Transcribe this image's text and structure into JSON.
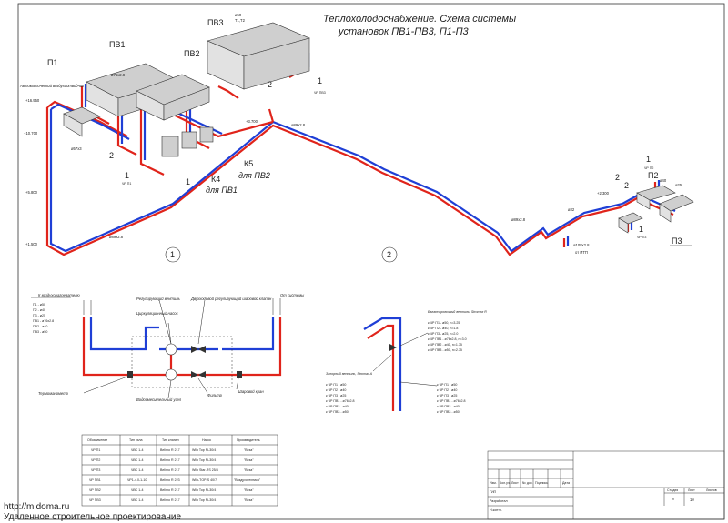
{
  "title_line1": "Теплохолодоснабжение. Схема системы",
  "title_line2": "установок ПВ1-ПВ3, П1-П3",
  "units": {
    "pv1": "ПВ1",
    "pv2": "ПВ2",
    "pv3": "ПВ3",
    "p1": "П1",
    "p2": "П2",
    "p3": "П3",
    "k4": "К4",
    "k5": "К5",
    "k4_for": "для ПВ1",
    "k5_for": "для ПВ2"
  },
  "elevations": {
    "e1": "+16.950",
    "e2": "+10.700",
    "e3": "+5.800",
    "e4": "+1.500",
    "e5": "+3.700",
    "e6": "+2.300"
  },
  "zones": {
    "z1": "1",
    "z2": "2"
  },
  "pipe_labels": {
    "d89": "ø89х2.8",
    "d89_low": "ø89х2.8",
    "d89_mid": "ø89х2.8",
    "d108": "ø108х2.8",
    "d32": "ø32",
    "d25": "ø25",
    "d40": "ø40",
    "d50": "ø50",
    "d76": "ø76х2.8",
    "d57": "ø57х3",
    "t1t2": "Т1,Т2",
    "from_itp": "от ИТП"
  },
  "markers": {
    "m1": "1",
    "m2": "2"
  },
  "vr_labels": {
    "vr_p1": "ЧР П1",
    "vr_pv3": "ЧР ПВ3",
    "vr_p2": "ЧР П2",
    "vr_p3": "ЧР П3"
  },
  "auto_air": "Автоматический воздухоотводчик",
  "detail": {
    "to_air_heaters": "К воздухонагревателю",
    "from_system": "От системы",
    "reg_valve": "Регулирующий вентиль",
    "three_way": "Двухходовой регулирующий шаровой клапан",
    "pump": "Циркуляционный насос",
    "thermometer": "Термоманометр",
    "mixing_unit": "Водосмесительный узел",
    "filter": "Фильтр",
    "ball_valve": "Шаровой кран",
    "balancing_valve": "Балансировочный вентиль, Stromax R",
    "shutoff_valve": "Запорный вентиль, Stromax A",
    "legend_left": [
      "П1 - ø50",
      "П2 - ø40",
      "П3 - ø25",
      "ПВ1 - ø76х2.8",
      "ПВ2 - ø40",
      "ПВ3 - ø50"
    ],
    "legend_bal": [
      "к ЧР П1 - ø50, n=3.25",
      "к ЧР П2 - ø40, n=1.8",
      "к ЧР П3 - ø25, n=2.0",
      "к ЧР ПВ1 - ø76х2.8, n=3.0",
      "к ЧР ПВ2 - ø40, n=1.75",
      "к ЧР ПВ3 - ø50, n=2.75"
    ],
    "legend_shut": [
      "к ЧР П1 - ø50",
      "к ЧР П2 - ø40",
      "к ЧР П3 - ø25",
      "к ЧР ПВ1 - ø76х2.8",
      "к ЧР ПВ2 - ø40",
      "к ЧР ПВ3 - ø50"
    ],
    "legend_shut2": [
      "к ЧР П1 - ø50",
      "к ЧР П2 - ø40",
      "к ЧР П3 - ø25",
      "к ЧР ПВ1 - ø76х2.8",
      "к ЧР ПВ2 - ø40",
      "к ЧР ПВ3 - ø50"
    ]
  },
  "table": {
    "headers": [
      "Обозначение",
      "Тип узла",
      "Тип клапан",
      "Насос",
      "Производитель"
    ],
    "rows": [
      [
        "ЧР П1",
        "ЧВС 1-4",
        "Belimo R 217",
        "Wilo Top RL30/4",
        "\"Веза\""
      ],
      [
        "ЧР П2",
        "ЧВС 1-4",
        "Belimo R 217",
        "Wilo Top RL30/4",
        "\"Веза\""
      ],
      [
        "ЧР П3",
        "ЧВС 1-4",
        "Belimo R 217",
        "Wilo Star-RS 25/4",
        "\"Веза\""
      ],
      [
        "ЧР ПВ1",
        "ЧР1-4.0-1-10",
        "Belimo R 223",
        "Wilo-TOP-S 40/7",
        "\"Воздухотехника\""
      ],
      [
        "ЧР ПВ2",
        "ЧВС 1-4",
        "Belimo R 217",
        "Wilo Top RL30/4",
        "\"Веза\""
      ],
      [
        "ЧР ПВ3",
        "ЧВС 1-4",
        "Belimo R 217",
        "Wilo Top RL30/4",
        "\"Веза\""
      ]
    ]
  },
  "stamp": {
    "cols": [
      "Изм.",
      "Кол.уч.",
      "Лист",
      "№ док.",
      "Подпись",
      "Дата"
    ],
    "gip": "ГИП",
    "developed": "Разработал",
    "checked": "Н.контр.",
    "stage_h": "Стадия",
    "sheet_h": "Лист",
    "sheets_h": "Листов",
    "stage": "Р",
    "sheet": "10"
  },
  "footer": {
    "url": "http://midoma.ru",
    "company": "Удаленное строительное проектирование"
  },
  "colors": {
    "supply": "#e0241b",
    "return": "#1f3fd6"
  }
}
